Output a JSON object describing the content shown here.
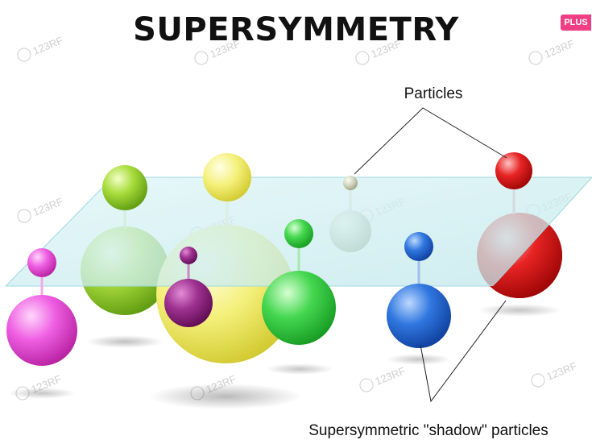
{
  "title": "SUPERSYMMETRY",
  "badge": "PLUS",
  "labels": {
    "particles": "Particles",
    "shadow": "Supersymmetric \"shadow\" particles"
  },
  "watermark": "123RF",
  "colors": {
    "plane": "#cfeef0",
    "pink": "#e84fd9",
    "lime": "#9fd43a",
    "yellow": "#f2ee70",
    "purple": "#9a2f88",
    "green": "#3fd14a",
    "grey": "#cfd3bd",
    "blue": "#2b6fd9",
    "red": "#e42020",
    "badge": "#f03f84"
  }
}
